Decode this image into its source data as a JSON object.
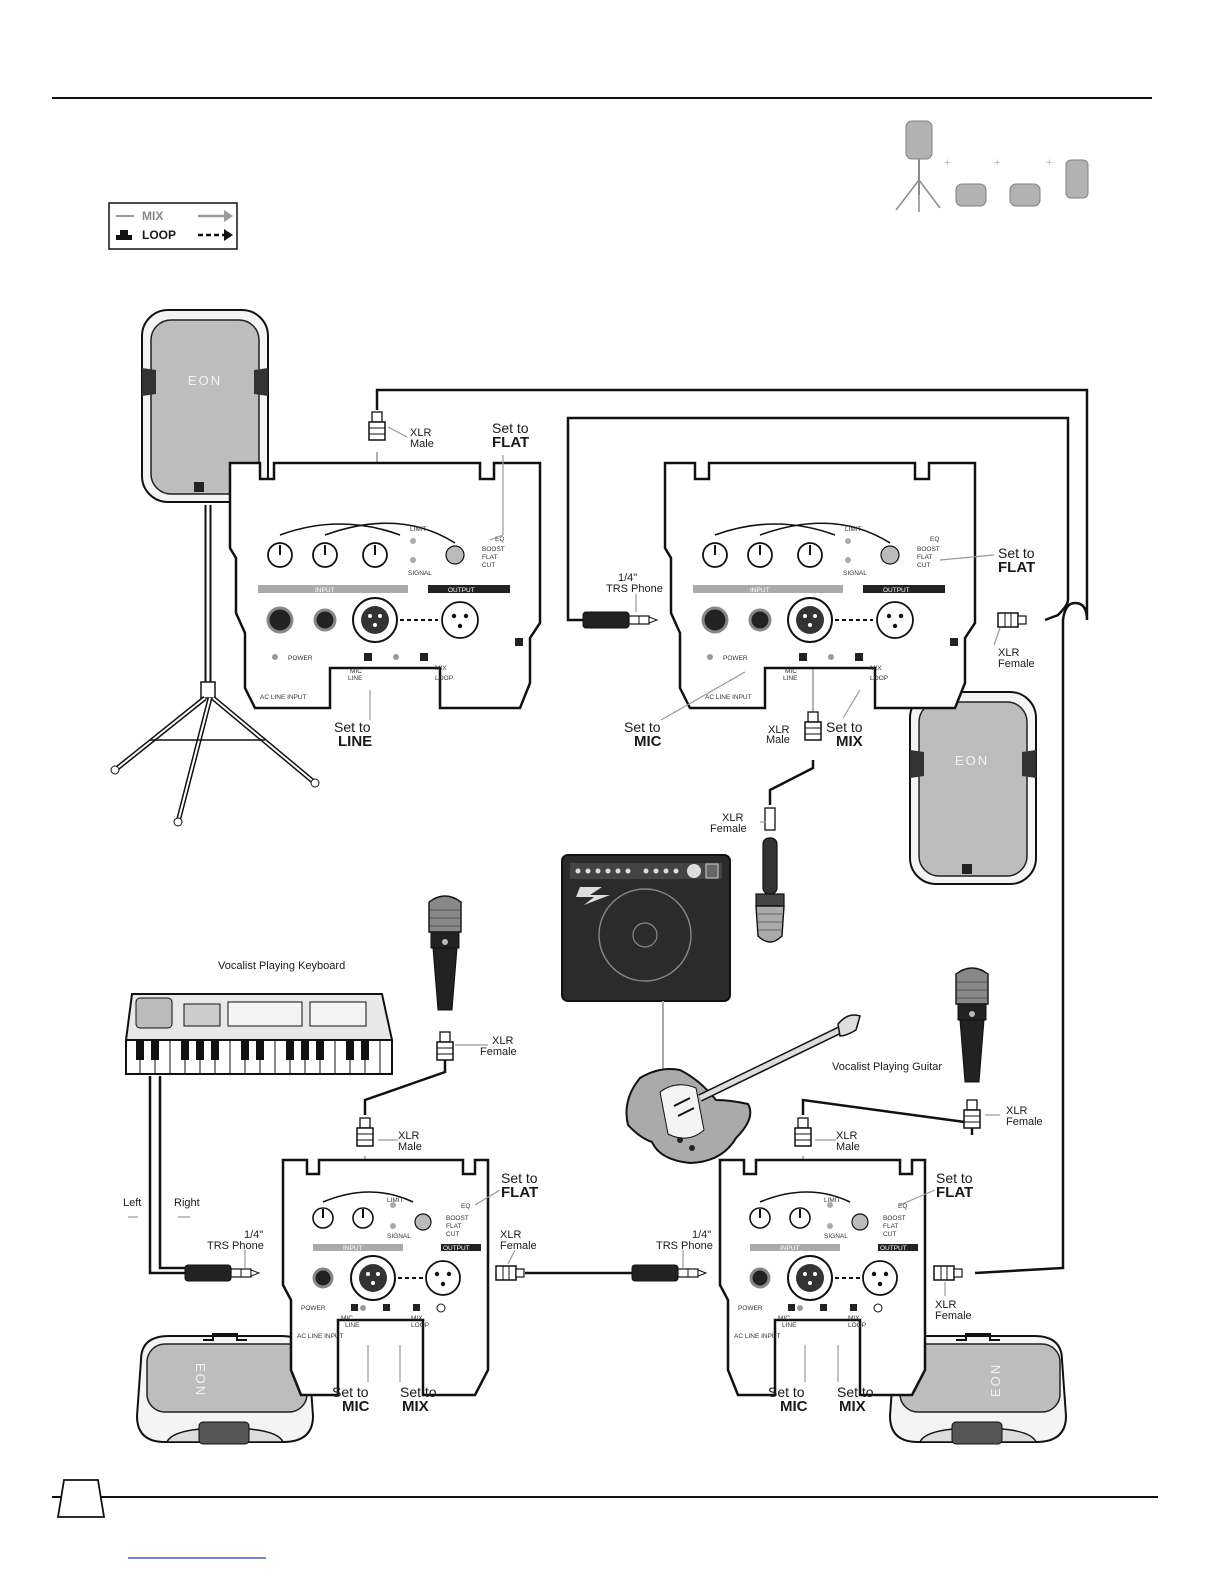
{
  "legend": {
    "mix": "MIX",
    "loop": "LOOP"
  },
  "speaker_brand": "EON",
  "titles": {
    "keyboard": "Vocalist Playing Keyboard",
    "guitar": "Vocalist Playing Guitar"
  },
  "connectors": {
    "xlr_male": [
      "XLR",
      "Male"
    ],
    "xlr_female": [
      "XLR",
      "Female"
    ],
    "trs_phone": [
      "1/4\"",
      "TRS Phone"
    ]
  },
  "settings": {
    "set_to": "Set to",
    "flat": "FLAT",
    "line": "LINE",
    "mic": "MIC",
    "mix": "MIX"
  },
  "stereo": {
    "left": "Left",
    "right": "Right"
  },
  "panel": {
    "input": "INPUT",
    "output": "OUTPUT",
    "eq": "EQ",
    "boost": "BOOST",
    "flat": "FLAT",
    "cut": "CUT",
    "limit": "LIMIT",
    "signal": "SIGNAL",
    "power": "POWER",
    "mic": "MIC",
    "line": "LINE",
    "mix": "MIX",
    "loop": "LOOP",
    "ac_line_input": "AC LINE INPUT"
  }
}
